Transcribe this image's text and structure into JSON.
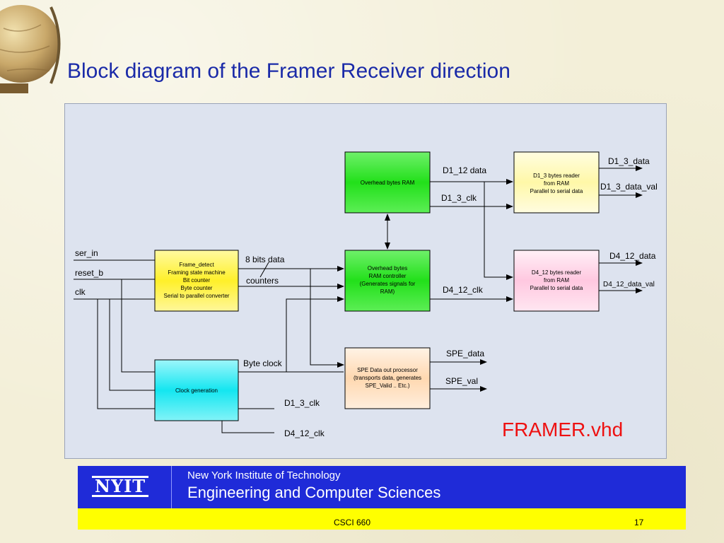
{
  "slide": {
    "title": "Block diagram of the Framer Receiver direction"
  },
  "blocks": {
    "overhead_ram": [
      "Overhead bytes RAM"
    ],
    "d1_reader": [
      "D1_3 bytes reader",
      "from RAM",
      "Parallel to serial data"
    ],
    "frame_detect": [
      "Frame_detect",
      "Framing state machine",
      "Bit counter",
      "Byte counter",
      "Serial to parallel converter"
    ],
    "ram_controller": [
      "Overhead bytes",
      "RAM controller",
      "(Generates signals for",
      "RAM)"
    ],
    "d4_reader": [
      "D4_12 bytes reader",
      "from RAM",
      "Parallel to serial data"
    ],
    "spe_processor": [
      "SPE Data out processor",
      "(transports data, generates",
      "SPE_Valid .. Etc.)"
    ],
    "clock_gen": [
      "Clock generation"
    ]
  },
  "signals": {
    "ser_in": "ser_in",
    "reset_b": "reset_b",
    "clk": "clk",
    "bits8": "8 bits data",
    "counters": "counters",
    "d1_12_data": "D1_12 data",
    "d1_3_clk_top": "D1_3_clk",
    "d1_3_data": "D1_3_data",
    "d1_3_data_val": "D1_3_data_val",
    "d4_12_data": "D4_12_data",
    "d4_12_clk": "D4_12_clk",
    "d4_12_data_val": "D4_12_data_val",
    "spe_data": "SPE_data",
    "spe_val": "SPE_val",
    "byte_clock": "Byte clock",
    "d1_3_clk_bottom": "D1_3_clk",
    "d4_12_clk_bottom": "D4_12_clk"
  },
  "file_label": "FRAMER.vhd",
  "footer": {
    "logo": "NYIT",
    "institute": "New York Institute of Technology",
    "department": "Engineering and Computer Sciences",
    "course": "CSCI 660",
    "page": "17"
  },
  "colors": {
    "title": "#1a2aa8",
    "green_block": "#22e01a",
    "yellow_block": "#fff02a",
    "pink_block": "#ffc8e0",
    "cyan_block": "#14e6f0",
    "orange_block": "#ffd8b0",
    "file_label": "#ee1111",
    "footer_blue": "#1f2bd8",
    "footer_yellow": "#ffff00"
  }
}
